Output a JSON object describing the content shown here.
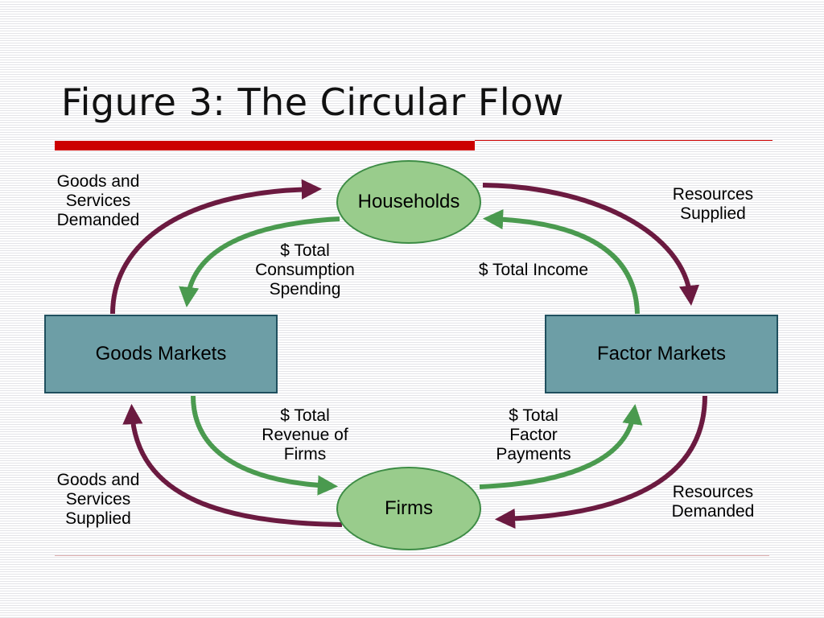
{
  "title": "Figure 3:  The Circular Flow",
  "nodes": {
    "households": "Households",
    "firms": "Firms",
    "goods_markets": "Goods Markets",
    "factor_markets": "Factor Markets"
  },
  "labels": {
    "goods_services_demanded": "Goods and\nServices\nDemanded",
    "resources_supplied": "Resources\nSupplied",
    "total_consumption_spending": "$ Total\nConsumption\nSpending",
    "total_income": "$ Total Income",
    "total_revenue_of_firms": "$ Total\nRevenue of\nFirms",
    "total_factor_payments": "$ Total\nFactor\nPayments",
    "goods_services_supplied": "Goods and\nServices\nSupplied",
    "resources_demanded": "Resources\nDemanded"
  },
  "colors": {
    "real_flow": "#6b1a40",
    "money_flow": "#4a9a4f",
    "node_ellipse_fill": "#99cc8c",
    "node_box_fill": "#6d9ea6",
    "title_rule": "#cc0000"
  }
}
